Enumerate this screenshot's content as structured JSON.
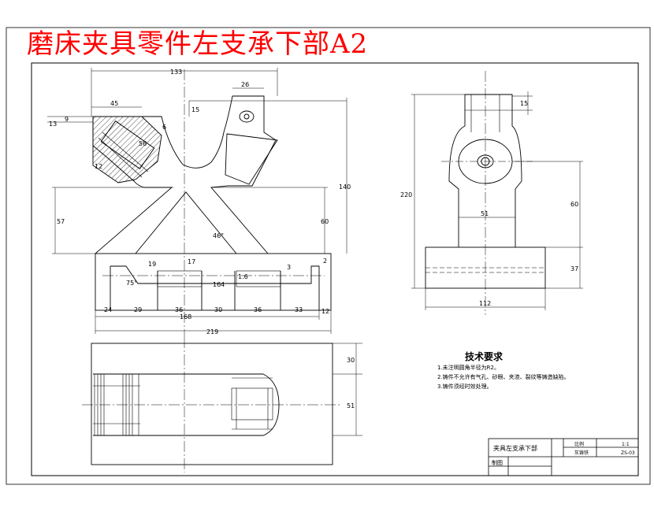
{
  "drawing": {
    "title": "磨床夹具零件左支承下部A2",
    "front_view": {
      "dims": [
        "133",
        "26",
        "45",
        "15",
        "13",
        "9",
        "6",
        "56",
        "12",
        "140",
        "57",
        "60",
        "46°",
        "19",
        "17",
        "3",
        "2",
        "75°",
        "164",
        "1.6",
        "24",
        "29",
        "36",
        "30",
        "36",
        "33",
        "168",
        "219",
        "12"
      ]
    },
    "side_view": {
      "dims": [
        "15",
        "220",
        "60",
        "51",
        "37",
        "112"
      ]
    },
    "top_view": {
      "dims": [
        "30",
        "51"
      ]
    },
    "tech_requirements": {
      "heading": "技术要求",
      "items": [
        "1.未注明圆角半径为R2。",
        "2.铸件不允许有气孔、砂眼、夹渣、裂纹等铸造缺陷。",
        "3.铸件须经时效处理。"
      ]
    },
    "title_block": {
      "part_name": "夹具左支承下部",
      "scale_label": "比例",
      "scale_value": "1:1",
      "material": "灰铸铁",
      "drawing_no": "ZS-03",
      "drawn_by": "制图"
    }
  },
  "colors": {
    "title": "#ff0000",
    "line": "#000000",
    "background": "#ffffff"
  }
}
